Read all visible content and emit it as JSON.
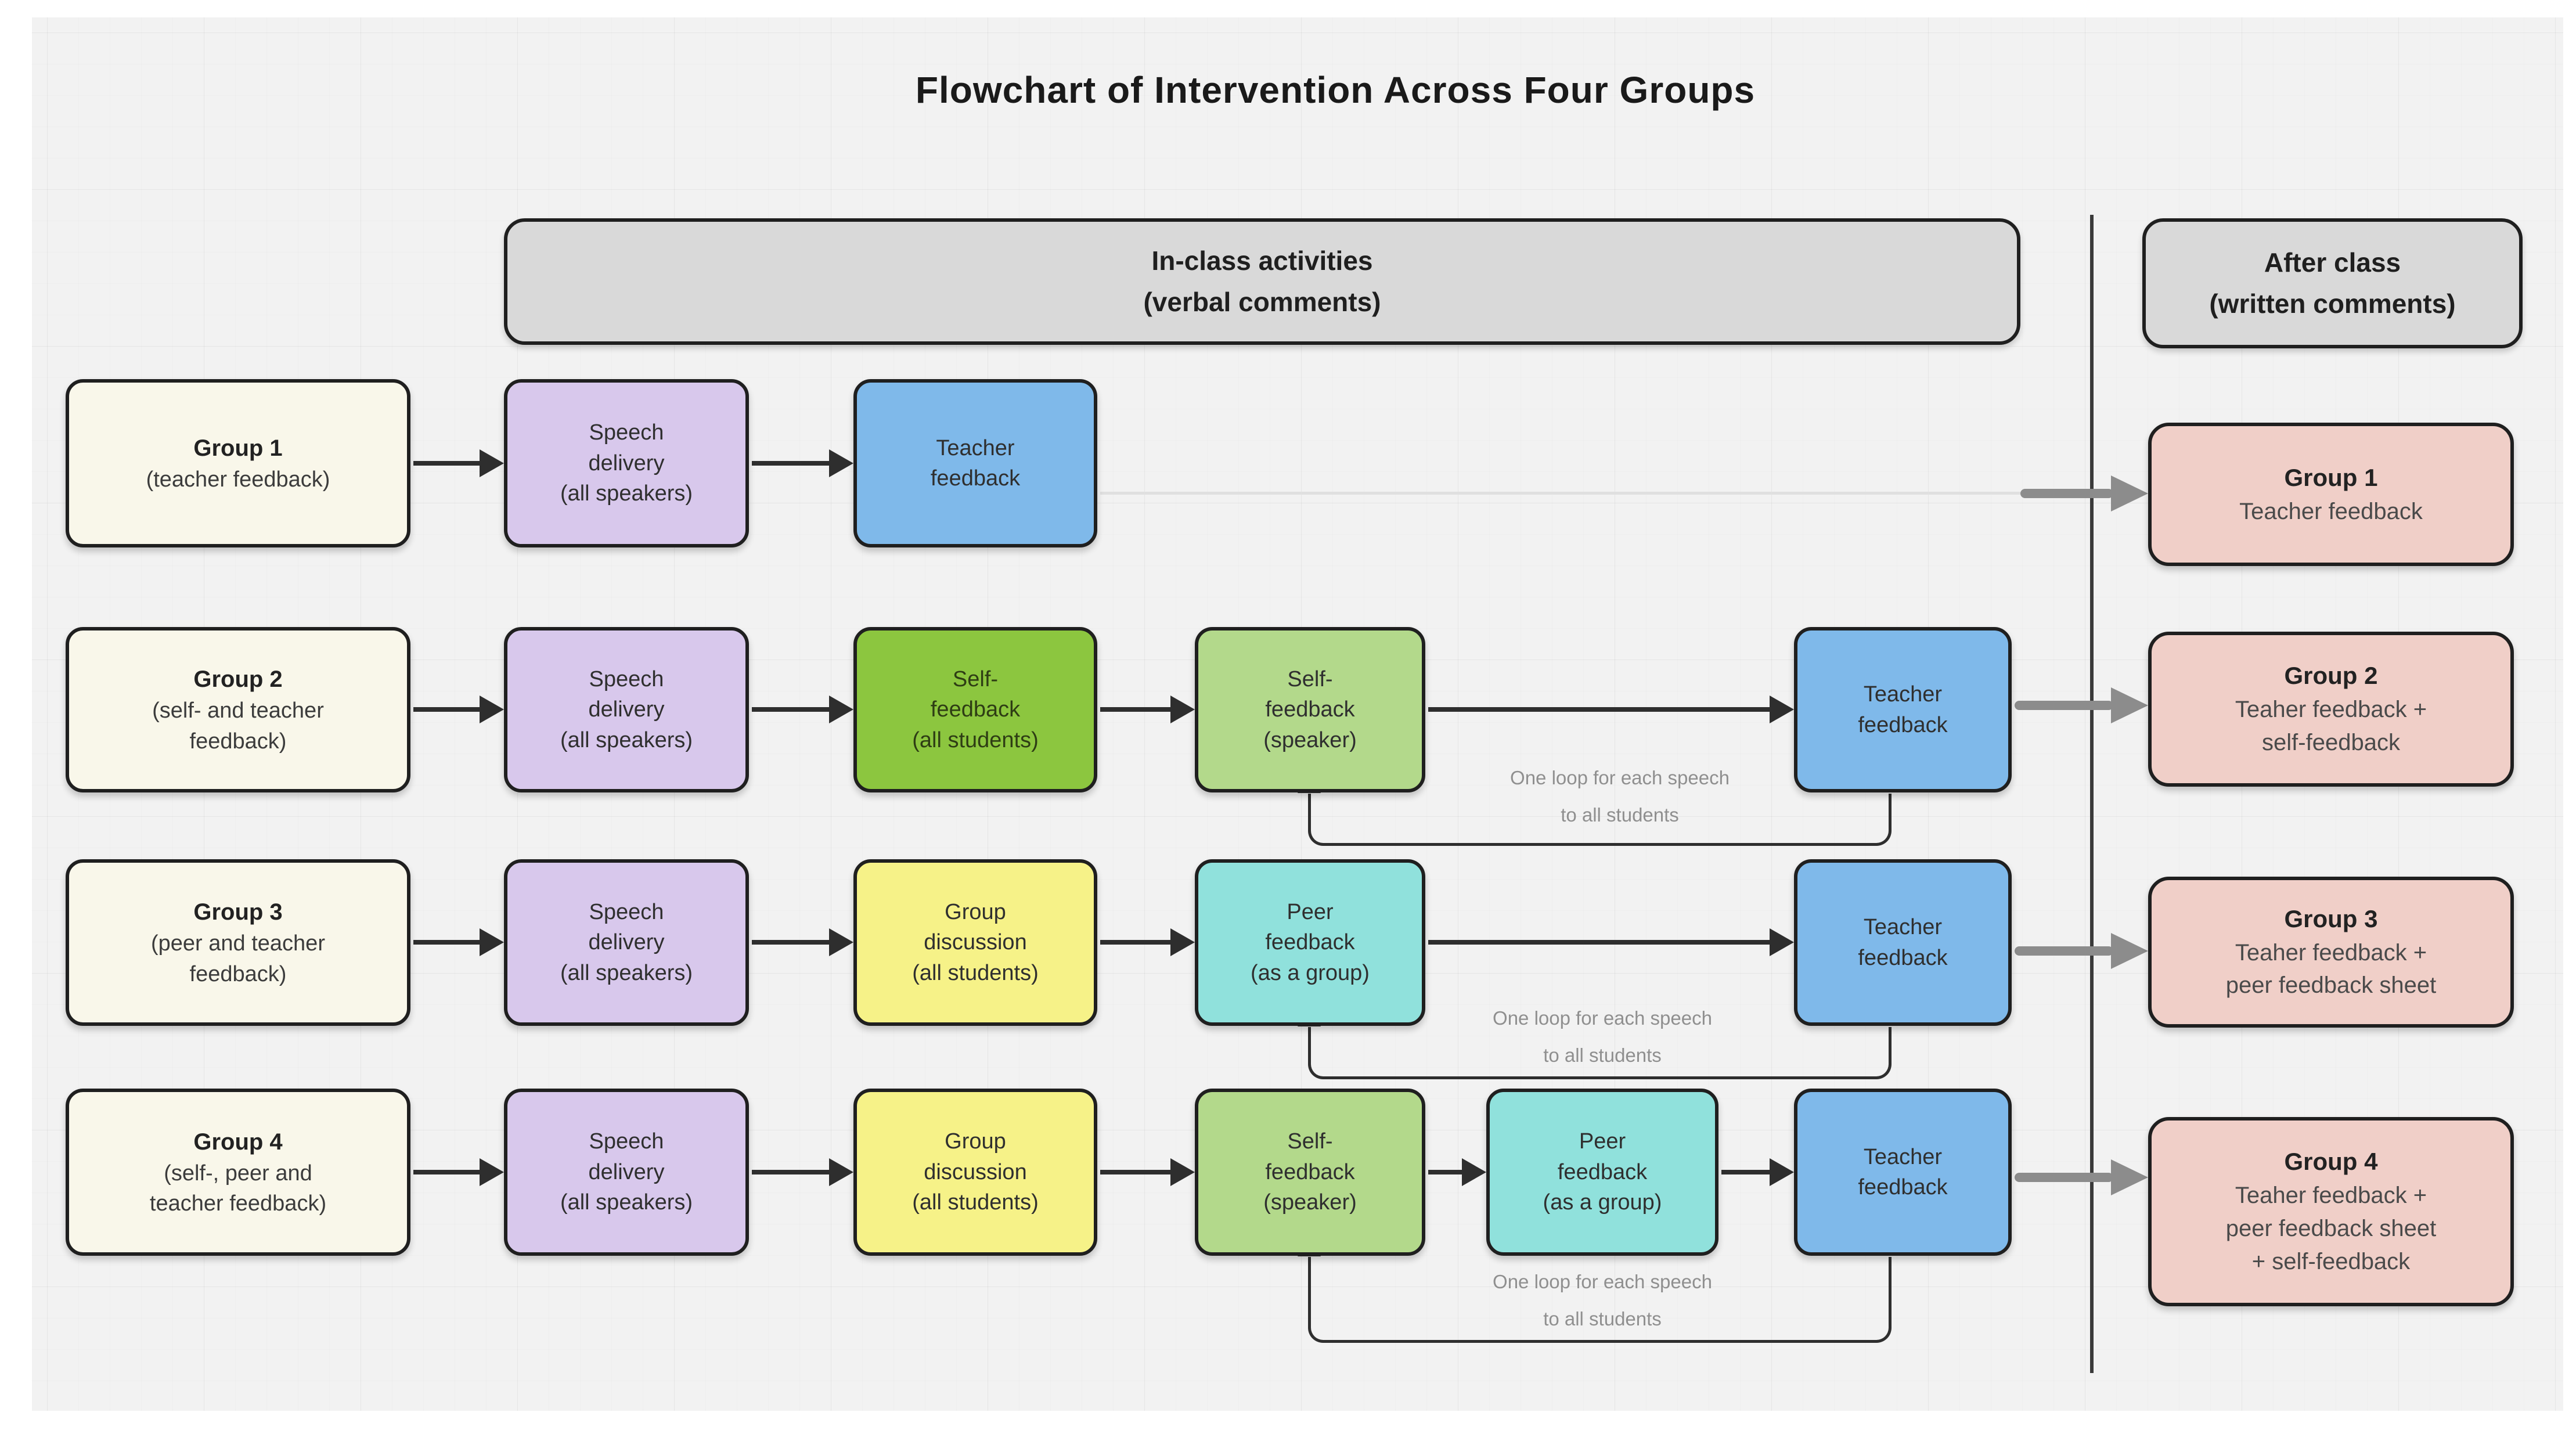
{
  "title": "Flowchart of Intervention Across Four Groups",
  "headers": {
    "in_class": "In-class activities\n(verbal comments)",
    "after_class": "After class\n(written comments)"
  },
  "groups": {
    "g1": {
      "name": "Group 1",
      "desc": "(teacher feedback)"
    },
    "g2": {
      "name": "Group 2",
      "desc": "(self- and teacher\nfeedback)"
    },
    "g3": {
      "name": "Group 3",
      "desc": "(peer and teacher\nfeedback)"
    },
    "g4": {
      "name": "Group 4",
      "desc": "(self-, peer and\nteacher feedback)"
    }
  },
  "nodes": {
    "speech": "Speech\ndelivery\n(all speakers)",
    "teacher": "Teacher\nfeedback",
    "self_all": "Self-\nfeedback\n(all students)",
    "self_speaker": "Self-\nfeedback\n(speaker)",
    "discussion": "Group\ndiscussion\n(all students)",
    "peer": "Peer\nfeedback\n(as a group)"
  },
  "outcomes": {
    "g1": {
      "name": "Group 1",
      "desc": "Teacher feedback"
    },
    "g2": {
      "name": "Group 2",
      "desc": "Teaher feedback +\nself-feedback"
    },
    "g3": {
      "name": "Group 3",
      "desc": "Teaher feedback +\npeer feedback sheet"
    },
    "g4": {
      "name": "Group 4",
      "desc": "Teaher feedback +\npeer feedback sheet\n+ self-feedback"
    }
  },
  "loop_note": "One loop for each speech\nto all students",
  "colors": {
    "cream": "#f9f7ea",
    "lavender": "#d8c8ec",
    "blue": "#7fb9ea",
    "green": "#8cc63f",
    "lightgreen": "#b3d98b",
    "yellow": "#f6f288",
    "teal": "#90e1dc",
    "pink": "#f0cfc8",
    "headerGray": "#d9d9d9",
    "arrow": "#2e2e2e",
    "grayArrow": "#8c8c8c"
  }
}
